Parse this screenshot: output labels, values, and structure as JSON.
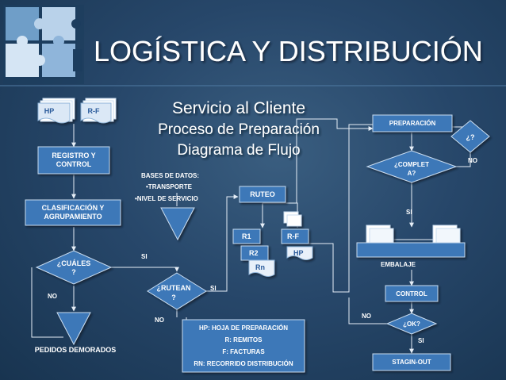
{
  "title": "LOGÍSTICA Y DISTRIBUCIÓN",
  "subtitle": {
    "line1": "Servicio al Cliente",
    "line2": "Proceso de Preparación",
    "line3": "Diagrama de Flujo"
  },
  "bases": {
    "heading": "BASES DE DATOS:",
    "item1": "•TRANSPORTE",
    "item2": "•NIVEL DE SERVICIO"
  },
  "nodes": {
    "hp_doc": "HP",
    "rf_doc": "R-F",
    "registro_line1": "REGISTRO Y",
    "registro_line2": "CONTROL",
    "clasificacion_line1": "CLASIFICACIÓN Y",
    "clasificacion_line2": "AGRUPAMIENTO",
    "cuales_line1": "¿CUÁLES",
    "cuales_line2": "?",
    "pedidos": "PEDIDOS DEMORADOS",
    "rutean_line1": "¿RUTEAN",
    "rutean_line2": "?",
    "ruteo": "RUTEO",
    "r1": "R1",
    "r2": "R2",
    "rn": "Rn",
    "rf2": "R-F",
    "hp2": "HP",
    "preparacion": "PREPARACIÓN",
    "q": "¿?",
    "completa_line1": "¿COMPLET",
    "completa_line2": "A?",
    "embalaje": "EMBALAJE",
    "control": "CONTROL",
    "ok": "¿OK?",
    "stagin": "STAGIN-OUT"
  },
  "edge_labels": {
    "no_cuales": "NO",
    "si_cuales": "SI",
    "no_rutean": "NO",
    "si_rutean": "SI",
    "no_q": "NO",
    "si_completa": "SI",
    "no_ok": "NO",
    "si_ok": "SI"
  },
  "legend": {
    "line1": "HP: HOJA DE PREPARACIÓN",
    "line2": "R: REMITOS",
    "line3": "F: FACTURAS",
    "line4": "RN: RECORRIDO DISTRIBUCIÓN"
  },
  "colors": {
    "box_fill": "#3d78b8",
    "box_stroke": "#c8dcf0",
    "doc_fill": "#e8f0fa",
    "doc_text": "#2a5a9a",
    "line": "#e6eef7",
    "title": "#ffffff"
  }
}
